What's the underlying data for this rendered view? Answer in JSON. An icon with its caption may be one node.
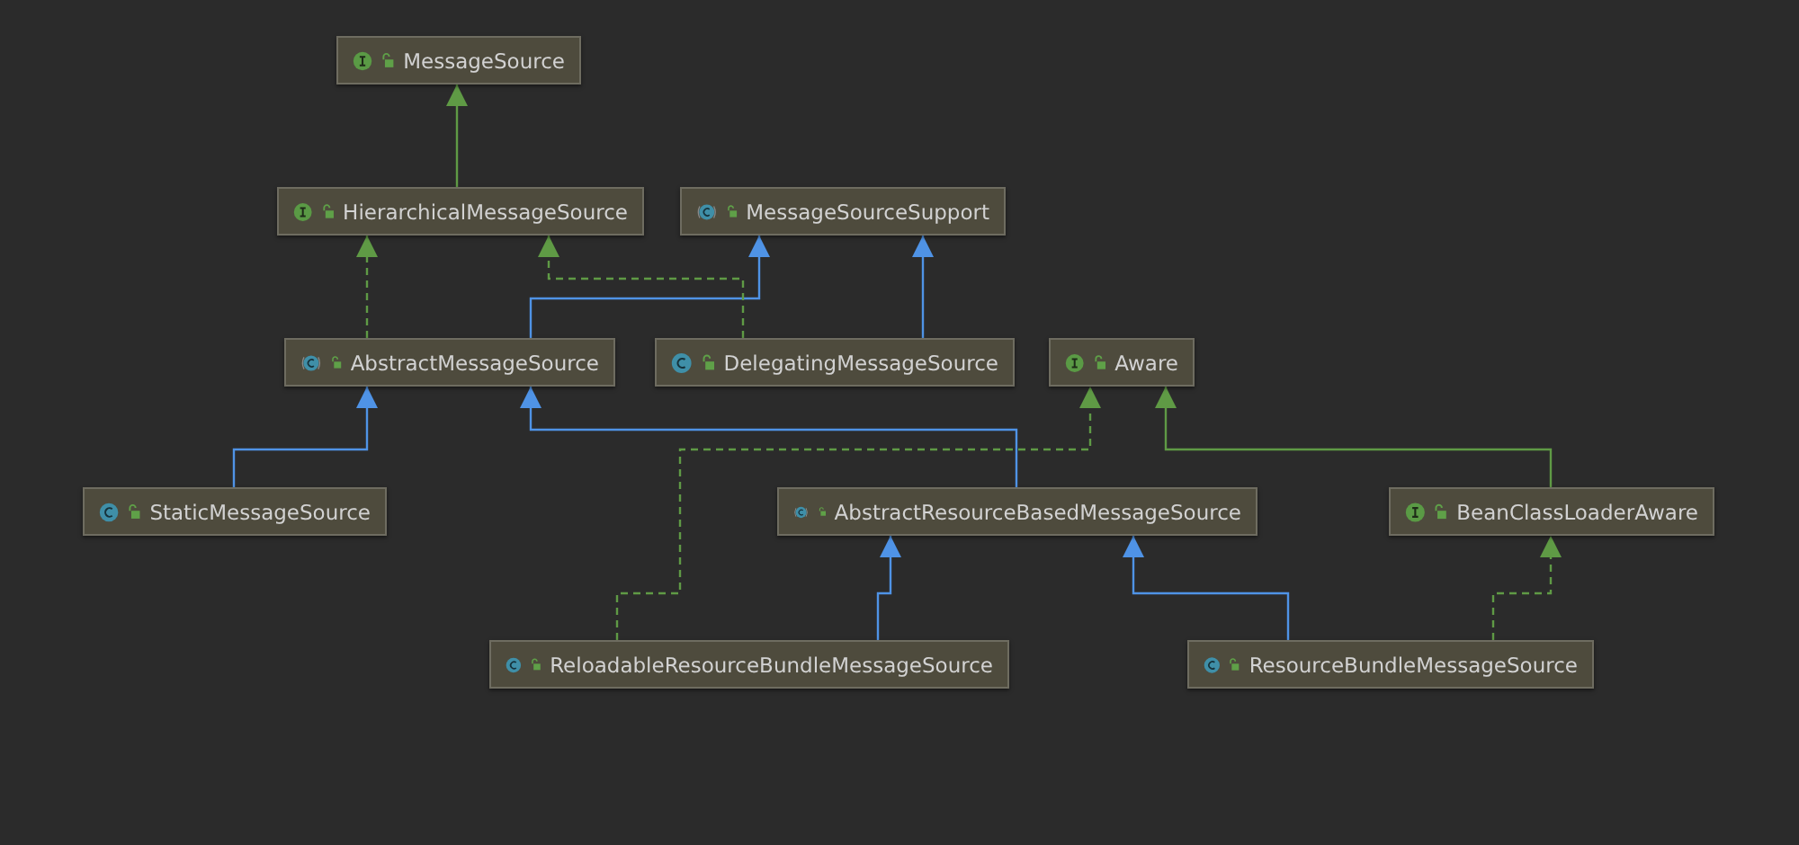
{
  "diagram": {
    "nodes": [
      {
        "text": [
          "MessageSource"
        ]
      },
      {
        "text": [
          "HierarchicalMessageSource"
        ]
      },
      {
        "text": [
          "MessageSourceSupport"
        ]
      },
      {
        "text": [
          "AbstractMessageSource"
        ]
      },
      {
        "text": [
          "DelegatingMessageSource"
        ]
      },
      {
        "text": [
          "Aware"
        ]
      },
      {
        "text": [
          "StaticMessageSource"
        ]
      },
      {
        "text": [
          "AbstractResourceBasedMessageSource"
        ]
      },
      {
        "text": [
          "BeanClassLoaderAware"
        ]
      },
      {
        "text": [
          "ReloadableResourceBundleMessageSource"
        ]
      },
      {
        "text": [
          "ResourceBundleMessageSource"
        ]
      }
    ],
    "edges": [
      {
        "from": 1,
        "to": 0,
        "arrow": "to",
        "color": "#5f9a45"
      },
      {
        "from": 3,
        "to": 1,
        "arrow": "to",
        "style": "dashed",
        "color": "#5f9a45"
      },
      {
        "from": 3,
        "to": 2,
        "arrow": "to",
        "color": "#4f93e6"
      },
      {
        "from": 4,
        "to": 1,
        "arrow": "to",
        "style": "dashed",
        "color": "#5f9a45"
      },
      {
        "from": 4,
        "to": 2,
        "arrow": "to",
        "color": "#4f93e6"
      },
      {
        "from": 6,
        "to": 3,
        "arrow": "to",
        "color": "#4f93e6"
      },
      {
        "from": 7,
        "to": 3,
        "arrow": "to",
        "color": "#4f93e6"
      },
      {
        "from": 9,
        "to": 5,
        "arrow": "to",
        "style": "dashed",
        "color": "#5f9a45"
      },
      {
        "from": 8,
        "to": 5,
        "arrow": "to",
        "color": "#5f9a45"
      },
      {
        "from": 9,
        "to": 7,
        "arrow": "to",
        "color": "#4f93e6"
      },
      {
        "from": 10,
        "to": 7,
        "arrow": "to",
        "color": "#4f93e6"
      },
      {
        "from": 10,
        "to": 8,
        "arrow": "to",
        "style": "dashed",
        "color": "#5f9a45"
      }
    ]
  }
}
